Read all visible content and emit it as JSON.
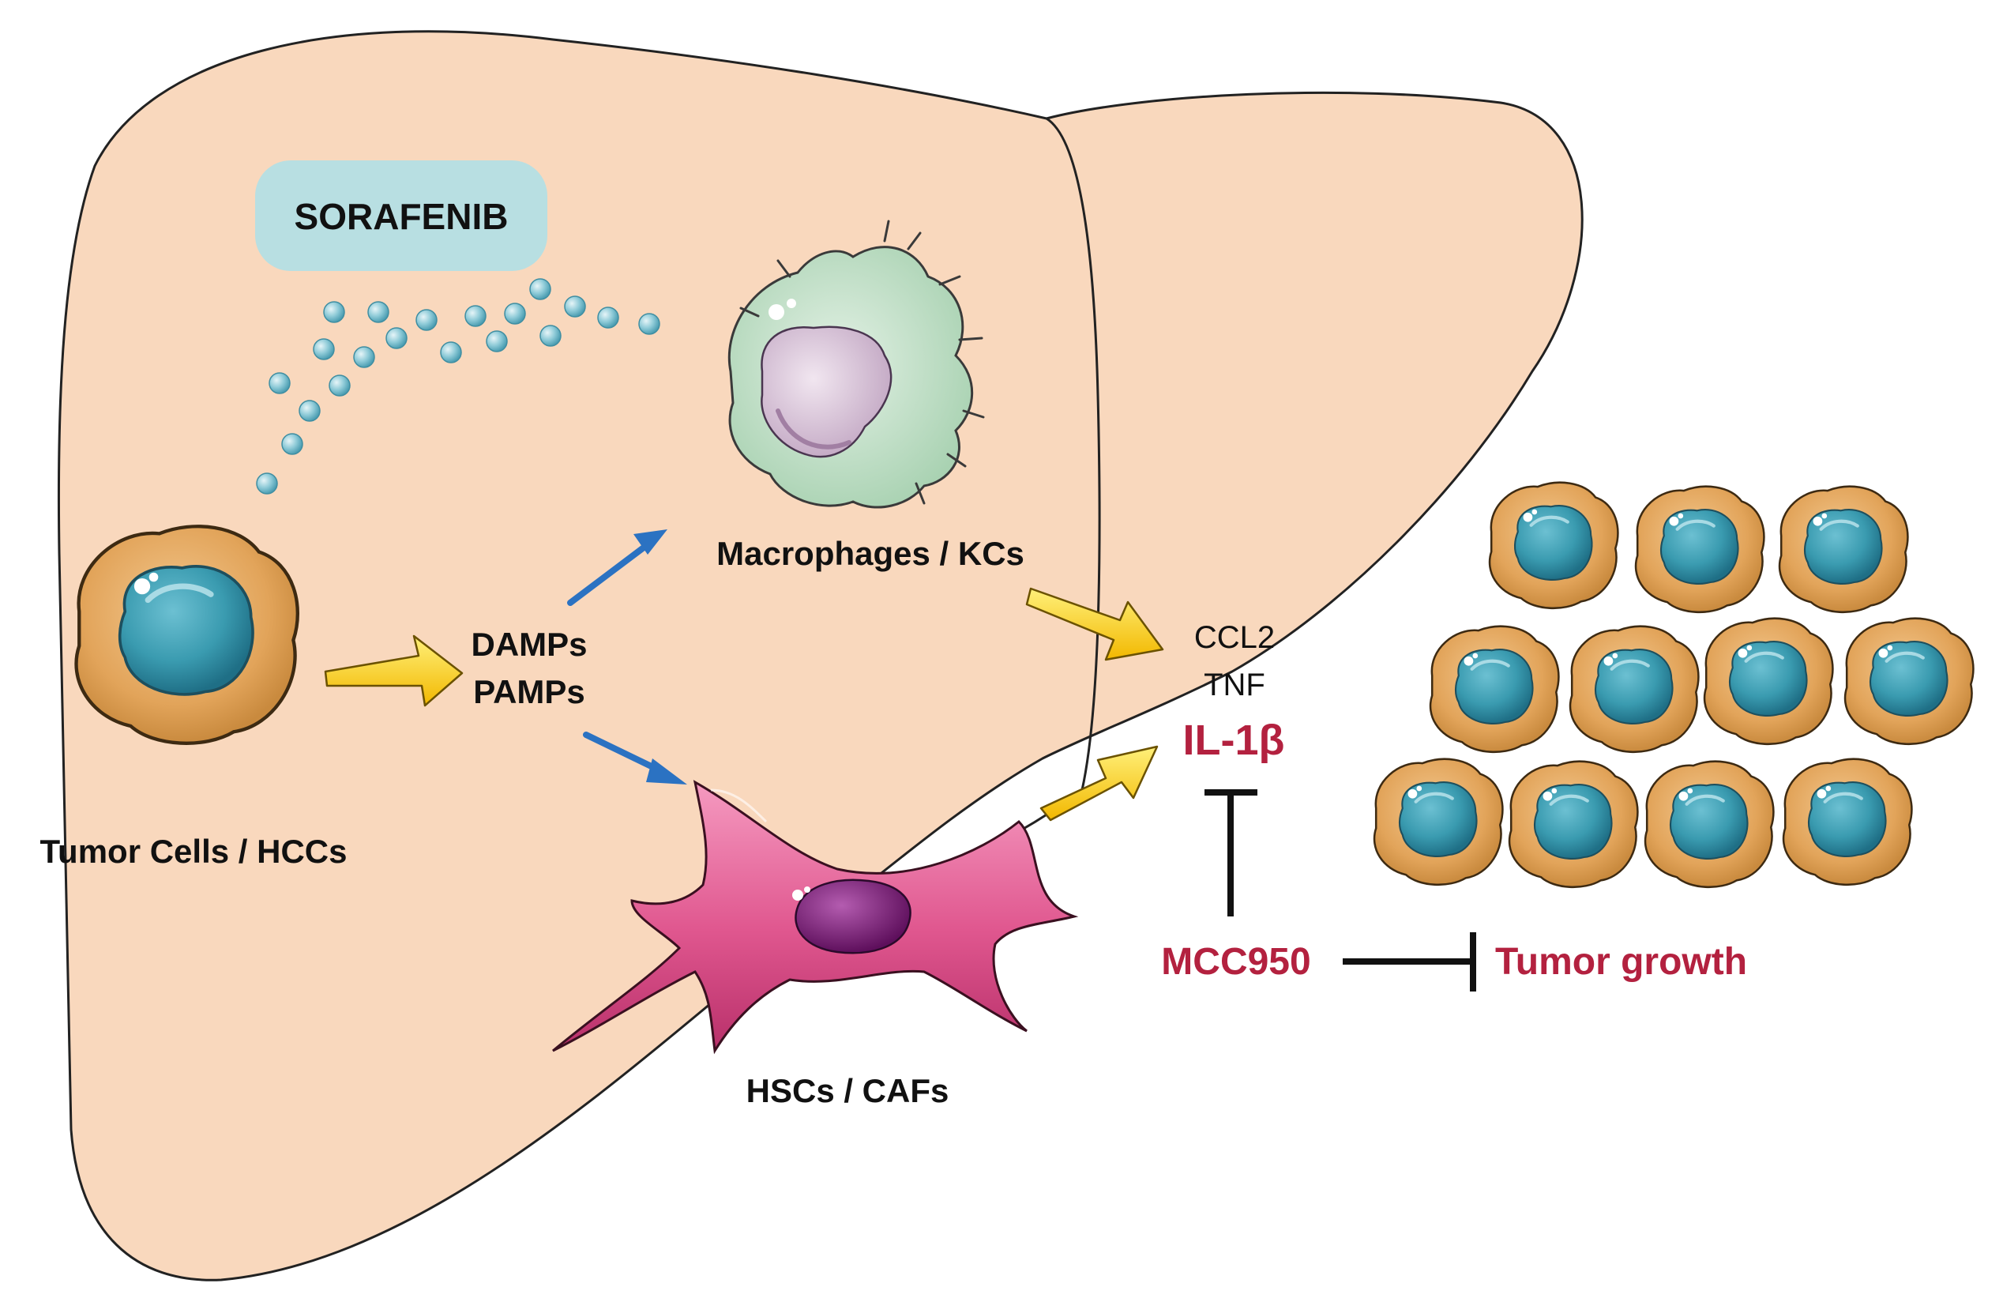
{
  "drug": {
    "label": "SORAFENIB"
  },
  "labels": {
    "tumor_cells": "Tumor Cells / HCCs",
    "damps": "DAMPs",
    "pamps": "PAMPs",
    "macrophages": "Macrophages / KCs",
    "hscs": "HSCs / CAFs",
    "ccl2": "CCL2",
    "tnf": "TNF",
    "il1b": "IL-1β",
    "mcc950": "MCC950",
    "tumor_growth": "Tumor growth"
  },
  "colors": {
    "liver": "#f9d8bd",
    "drug_box": "#b8dfe2",
    "sorafenib_particle": "#8fcbd8",
    "tumor_cell": "#dc9a4c",
    "nucleus": "#3a9bb0",
    "macrophage": "#c6e3cc",
    "macrophage_nucleus": "#dcc9da",
    "hsc": "#e0578f",
    "hsc_nucleus": "#7d1d78",
    "yellow_arrow": "#f5cc18",
    "blue_arrow": "#2b72c2",
    "inhibitor_red": "#b3213f",
    "inhibition_line": "#111111"
  }
}
